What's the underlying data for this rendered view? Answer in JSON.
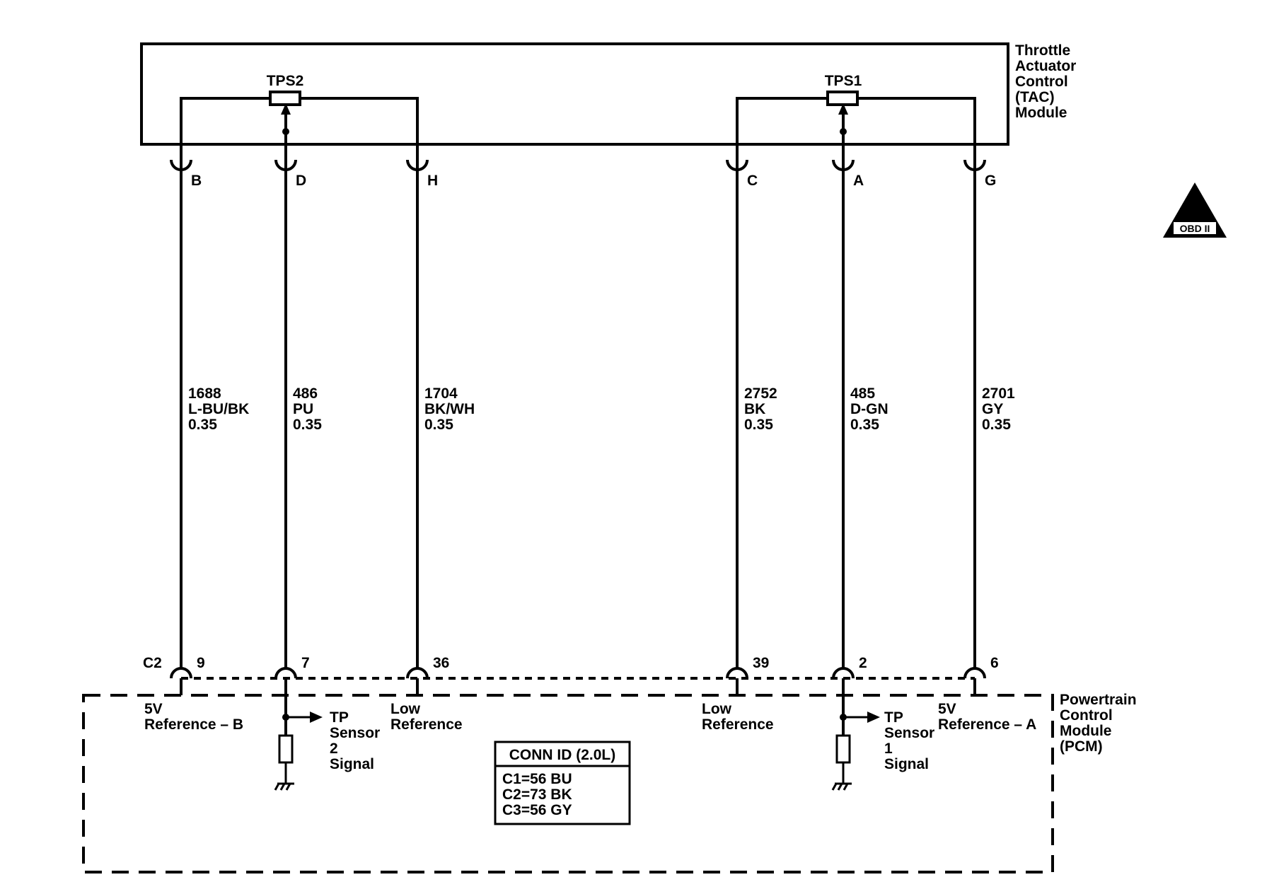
{
  "tac_module": {
    "label_lines": [
      "Throttle",
      "Actuator",
      "Control",
      "(TAC)",
      "Module"
    ]
  },
  "pcm_module": {
    "label_lines": [
      "Powertrain",
      "Control",
      "Module",
      "(PCM)"
    ]
  },
  "sensors": {
    "tps2": "TPS2",
    "tps1": "TPS1"
  },
  "connector_name": "C2",
  "wires": [
    {
      "tac_pin": "B",
      "circuit": "1688",
      "color": "L-BU/BK",
      "gauge": "0.35",
      "pcm_pin": "9"
    },
    {
      "tac_pin": "D",
      "circuit": "486",
      "color": "PU",
      "gauge": "0.35",
      "pcm_pin": "7"
    },
    {
      "tac_pin": "H",
      "circuit": "1704",
      "color": "BK/WH",
      "gauge": "0.35",
      "pcm_pin": "36"
    },
    {
      "tac_pin": "C",
      "circuit": "2752",
      "color": "BK",
      "gauge": "0.35",
      "pcm_pin": "39"
    },
    {
      "tac_pin": "A",
      "circuit": "485",
      "color": "D-GN",
      "gauge": "0.35",
      "pcm_pin": "2"
    },
    {
      "tac_pin": "G",
      "circuit": "2701",
      "color": "GY",
      "gauge": "0.35",
      "pcm_pin": "6"
    }
  ],
  "pcm_functions": {
    "ref_b": [
      "5V",
      "Reference – B"
    ],
    "tp2_signal": [
      "TP",
      "Sensor",
      "2",
      "Signal"
    ],
    "low_ref_1": [
      "Low",
      "Reference"
    ],
    "low_ref_2": [
      "Low",
      "Reference"
    ],
    "tp1_signal": [
      "TP",
      "Sensor",
      "1",
      "Signal"
    ],
    "ref_a": [
      "5V",
      "Reference – A"
    ]
  },
  "conn_id": {
    "title": "CONN ID (2.0L)",
    "lines": [
      "C1=56 BU",
      "C2=73 BK",
      "C3=56 GY"
    ]
  },
  "obd_badge": {
    "numeral": "II",
    "text": "OBD II"
  }
}
